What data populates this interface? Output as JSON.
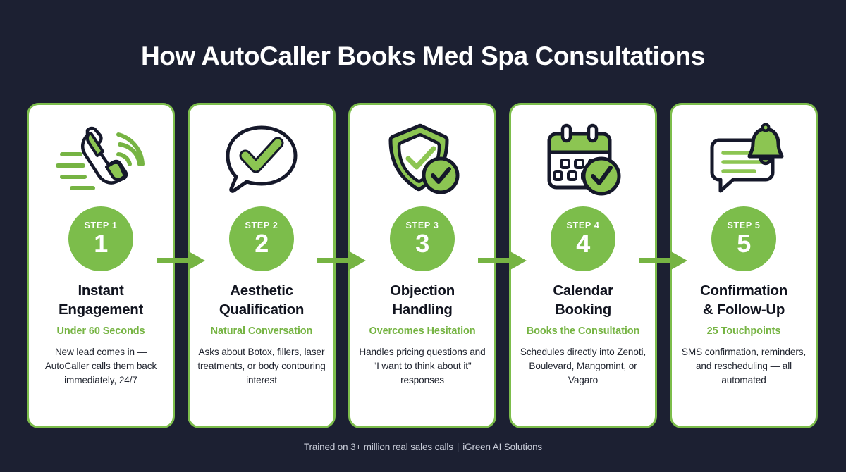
{
  "page": {
    "title": "How AutoCaller Books Med Spa Consultations",
    "background_color": "#1c2032",
    "accent_green": "#7cbd4b",
    "subtitle_green": "#76b443",
    "card_background": "#ffffff",
    "title_color": "#ffffff"
  },
  "steps": [
    {
      "icon": "phone-ringing-icon",
      "kicker": "STEP 1",
      "number": "1",
      "title": "Instant\nEngagement",
      "title_line1": "Instant",
      "title_line2": "Engagement",
      "subtitle": "Under 60 Seconds",
      "description": "New lead comes in — AutoCaller calls them back immediately, 24/7"
    },
    {
      "icon": "speech-bubble-check-icon",
      "kicker": "STEP 2",
      "number": "2",
      "title": "Aesthetic\nQualification",
      "title_line1": "Aesthetic",
      "title_line2": "Qualification",
      "subtitle": "Natural Conversation",
      "description": "Asks about Botox, fillers, laser treatments, or body contouring interest"
    },
    {
      "icon": "shield-check-badge-icon",
      "kicker": "STEP 3",
      "number": "3",
      "title": "Objection\nHandling",
      "title_line1": "Objection",
      "title_line2": "Handling",
      "subtitle": "Overcomes Hesitation",
      "description": "Handles pricing questions and \"I want to think about it\" responses"
    },
    {
      "icon": "calendar-check-icon",
      "kicker": "STEP 4",
      "number": "4",
      "title": "Calendar\nBooking",
      "title_line1": "Calendar",
      "title_line2": "Booking",
      "subtitle": "Books the Consultation",
      "description": "Schedules directly into Zenoti, Boulevard, Mangomint, or Vagaro"
    },
    {
      "icon": "chat-bell-notification-icon",
      "kicker": "STEP 5",
      "number": "5",
      "title": "Confirmation\n& Follow-Up",
      "title_line1": "Confirmation",
      "title_line2": "& Follow-Up",
      "subtitle": "25 Touchpoints",
      "description": "SMS confirmation, reminders, and rescheduling — all automated"
    }
  ],
  "connectors": [
    {
      "name": "arrow-1-to-2",
      "icon": "arrow-right-icon"
    },
    {
      "name": "arrow-2-to-3",
      "icon": "arrow-right-icon"
    },
    {
      "name": "arrow-3-to-4",
      "icon": "arrow-right-icon"
    },
    {
      "name": "arrow-4-to-5",
      "icon": "arrow-right-icon"
    }
  ],
  "footer": {
    "left": "Trained on 3+ million real sales calls",
    "separator": "|",
    "right": "iGreen AI Solutions"
  }
}
